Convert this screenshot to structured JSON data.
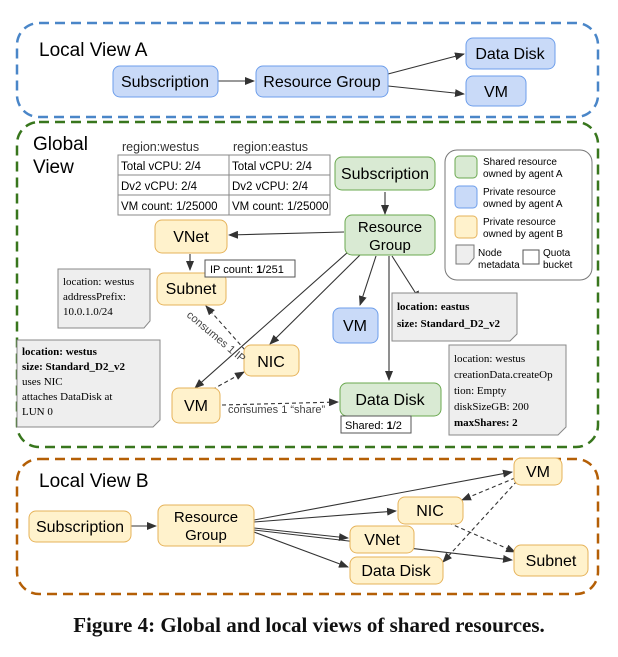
{
  "panels": {
    "local_a": "Local View A",
    "global": [
      "Global",
      "View"
    ],
    "local_b": "Local View B"
  },
  "nodes": {
    "a_subscription": "Subscription",
    "a_resource_group": "Resource Group",
    "a_data_disk": "Data Disk",
    "a_vm": "VM",
    "g_subscription": "Subscription",
    "g_resource_group": [
      "Resource",
      "Group"
    ],
    "g_vnet": "VNet",
    "g_subnet": "Subnet",
    "g_vm_blue": "VM",
    "g_nic": "NIC",
    "g_vm": "VM",
    "g_data_disk": "Data Disk",
    "b_subscription": "Subscription",
    "b_resource_group": [
      "Resource",
      "Group"
    ],
    "b_vm": "VM",
    "b_nic": "NIC",
    "b_vnet": "VNet",
    "b_data_disk": "Data Disk",
    "b_subnet": "Subnet"
  },
  "quota_table": {
    "headers": [
      "region:westus",
      "region:eastus"
    ],
    "rows": [
      [
        "Total vCPU: 2/4",
        "Total vCPU: 2/4"
      ],
      [
        "Dv2 vCPU: 2/4",
        "Dv2 vCPU: 2/4"
      ],
      [
        "VM count: 1/25000",
        "VM count: 1/25000"
      ]
    ]
  },
  "legend": {
    "shared": [
      "Shared resource",
      "owned by agent A"
    ],
    "private_a": [
      "Private resource",
      "owned by agent A"
    ],
    "private_b": [
      "Private resource",
      "owned by agent B"
    ],
    "node_metadata": [
      "Node",
      "metadata"
    ],
    "quota_bucket": [
      "Quota",
      "bucket"
    ]
  },
  "quotas": {
    "ip_prefix": "IP count: ",
    "ip_value": "1",
    "ip_suffix": "/251",
    "shared_prefix": "Shared: ",
    "shared_value": "1",
    "shared_suffix": "/2"
  },
  "notes": {
    "subnet_meta": [
      "location: westus",
      "addressPrefix:",
      "10.0.1.0/24"
    ],
    "vm_blue_meta": [
      "location: eastus",
      "size: Standard_D2_v2"
    ],
    "vm_meta": [
      "location: westus",
      "size: Standard_D2_v2",
      "uses NIC",
      "attaches DataDisk at",
      "LUN 0"
    ],
    "disk_meta": [
      "location: westus",
      "creationData.createOp",
      "tion: Empty",
      "diskSizeGB: 200",
      "maxShares: 2"
    ]
  },
  "edge_labels": {
    "consumes_ip": "consumes 1 IP",
    "consumes_share": "consumes 1 “share”"
  },
  "caption": "Figure 4: Global and local views of shared resources.",
  "colors": {
    "blue_fill": "#c9daf8",
    "blue_stroke": "#6d9eeb",
    "green_fill": "#d9ead3",
    "green_stroke": "#6aa84f",
    "yellow_fill": "#fff2cc",
    "yellow_stroke": "#e6b35a",
    "note_fill": "#eeeeee",
    "panel_a": "#4a86c8",
    "panel_global": "#38761d",
    "panel_b": "#b45f06"
  }
}
